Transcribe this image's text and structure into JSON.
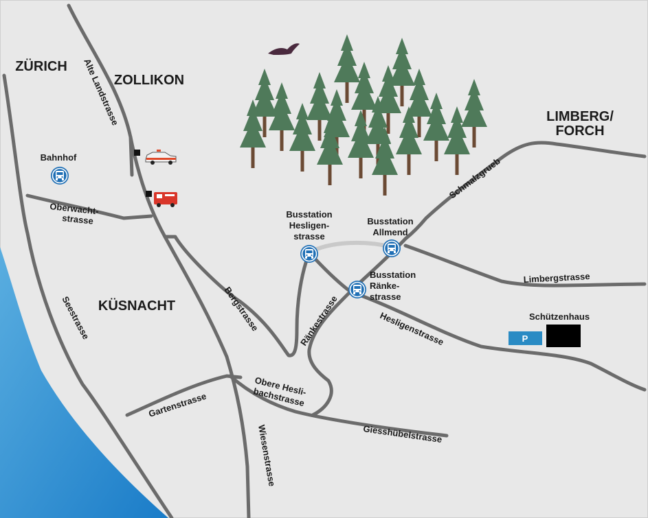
{
  "places": {
    "zurich": "ZÜRICH",
    "zollikon": "ZOLLIKON",
    "kuesnacht": "KÜSNACHT",
    "limberg_forch_1": "LIMBERG/",
    "limberg_forch_2": "FORCH"
  },
  "streets": {
    "alte_landstrasse": "Alte Landstrasse",
    "oberwacht_1": "Oberwacht-",
    "oberwacht_2": "strasse",
    "seestrasse": "Seestrasse",
    "bergstrasse": "Bergstrasse",
    "schmalzgrueb": "Schmalzgrueb",
    "limbergstrasse": "Limbergstrasse",
    "raenkestrasse": "Ränkestrasse",
    "hesligenstrasse": "Hesligenstrasse",
    "gartenstrasse": "Gartenstrasse",
    "obere_hesli_1": "Obere Hesli-",
    "obere_hesli_2": "bachstrasse",
    "giesshuebelstrasse": "Giesshübelstrasse",
    "wiesenstrasse": "Wiesenstrasse"
  },
  "stops": {
    "bahnhof": "Bahnhof",
    "hesligen_1": "Busstation",
    "hesligen_2": "Hesligen-",
    "hesligen_3": "strasse",
    "allmend_1": "Busstation",
    "allmend_2": "Allmend",
    "raenke_1": "Busstation",
    "raenke_2": "Ränke-",
    "raenke_3": "strasse"
  },
  "poi": {
    "schuetzenhaus": "Schützenhaus",
    "parking": "P"
  },
  "colors": {
    "land": "#e8e8e8",
    "road": "#6b6b6b",
    "lake_light": "#5aaee0",
    "lake_dark": "#1a7cc8",
    "bus_icon": "#1f6fb5",
    "tree": "#4f7a5a",
    "trunk": "#6b4a34",
    "parking": "#2a8bc4"
  },
  "icons": [
    "bus-icon",
    "police-car-icon",
    "fire-truck-icon",
    "bird-icon",
    "tree-icon",
    "parking-icon"
  ]
}
